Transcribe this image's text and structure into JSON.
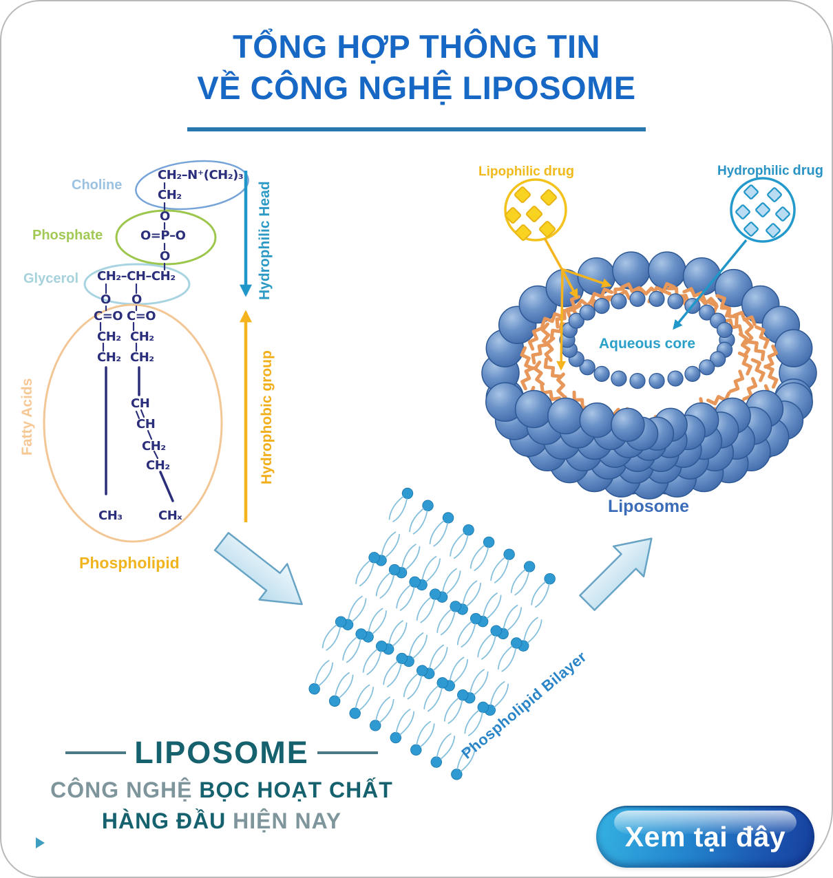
{
  "title": {
    "line1": "TỔNG HỢP THÔNG TIN",
    "line2": "VỀ CÔNG NGHỆ LIPOSOME"
  },
  "structure": {
    "labels": {
      "choline": "Choline",
      "phosphate": "Phosphate",
      "glycerol": "Glycerol",
      "fatty_acids": "Fatty Acids",
      "phospholipid": "Phospholipid",
      "hydrophilic_head": "Hydrophilic Head",
      "hydrophobic_group": "Hydrophobic group"
    },
    "formula": {
      "choline_row": "CH₂–N⁺(CH₂)₃",
      "ch2": "CH₂",
      "o": "O",
      "phosphate_row": "O=P–O",
      "glycerol_row": "CH₂–CH–CH₂",
      "carbonyl": "C=O",
      "ch": "CH",
      "ch3": "CH₃",
      "chx": "CHₓ"
    }
  },
  "bilayer": {
    "label": "Phospholipid Bilayer"
  },
  "liposome": {
    "lipophilic_word1": "Lipophilic",
    "lipophilic_word2": "drug",
    "hydrophilic_word1": "Hydrophilic",
    "hydrophilic_word2": "drug",
    "aqueous_core": "Aqueous core",
    "caption": "Liposome"
  },
  "footer": {
    "brand": "LIPOSOME",
    "tagline1_light": "CÔNG NGHỆ",
    "tagline1_bold": "BỌC HOẠT CHẤT",
    "tagline2_bold": "HÀNG ĐẦU",
    "tagline2_light": "HIỆN NAY"
  },
  "cta": {
    "label": "Xem tại đây"
  },
  "colors": {
    "title_blue": "#1767c5",
    "underline": "#2878ae",
    "formula_navy": "#2b2e7a",
    "teal": "#15616d",
    "muted_teal": "#7e959c",
    "gold": "#f0b41e",
    "orange_tail": "#e8975a",
    "cyan": "#2196c9",
    "sphere_blue": "#4a77b8",
    "button_start": "#35b2e2",
    "button_end": "#153f9c"
  }
}
